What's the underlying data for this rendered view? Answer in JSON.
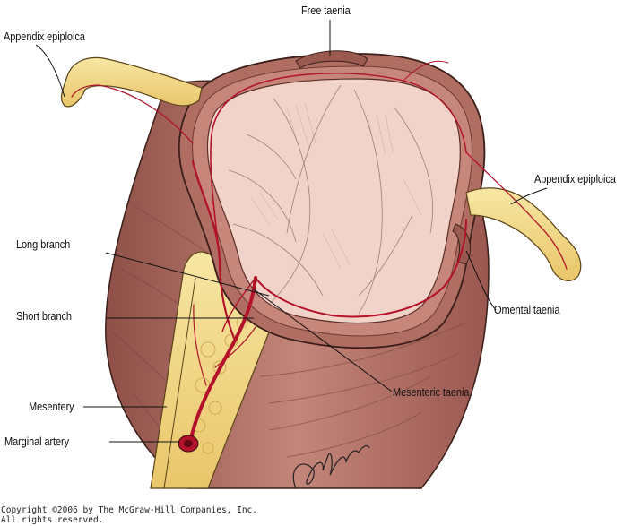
{
  "labels": {
    "free_taenia": "Free taenia",
    "appendix_left": "Appendix epiploica",
    "appendix_right": "Appendix epiploica",
    "long_branch": "Long branch",
    "short_branch": "Short branch",
    "omental_taenia": "Omental taenia",
    "mesenteric_taenia": "Mesenteric taenia",
    "mesentery": "Mesentery",
    "marginal_artery": "Marginal artery"
  },
  "copyright": {
    "line1": "Copyright ©2006 by The McGraw-Hill Companies, Inc.",
    "line2": "All rights reserved."
  },
  "signature": "Grafunkel",
  "colors": {
    "serosa": "#a8655a",
    "muscle": "#c98b7d",
    "mucosa": "#f1d3c9",
    "fat": "#f3dd8a",
    "artery": "#b3122a"
  }
}
